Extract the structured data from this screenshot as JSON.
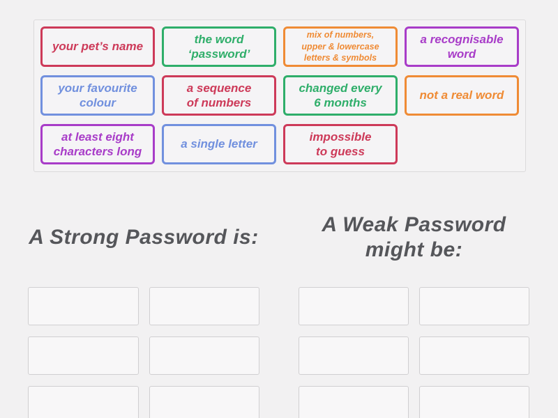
{
  "activity": {
    "type": "group-sort",
    "background": "#f2f1f2"
  },
  "colors": {
    "red": "#cd3a59",
    "green": "#2fae6a",
    "orange": "#ef8b35",
    "purple": "#a83cc8",
    "blue": "#7190de",
    "header_text": "#55565a"
  },
  "bank": {
    "cards": [
      {
        "label": "your pet’s name",
        "color": "red",
        "size": "normal"
      },
      {
        "label": "the word\n‘password’",
        "color": "green",
        "size": "normal"
      },
      {
        "label": "mix of numbers,\nupper & lowercase\nletters & symbols",
        "color": "orange",
        "size": "small"
      },
      {
        "label": "a recognisable\nword",
        "color": "purple",
        "size": "normal"
      },
      {
        "label": "your favourite\ncolour",
        "color": "blue",
        "size": "normal"
      },
      {
        "label": "a sequence\nof numbers",
        "color": "red",
        "size": "normal"
      },
      {
        "label": "changed every\n6 months",
        "color": "green",
        "size": "normal"
      },
      {
        "label": "not a real word",
        "color": "orange",
        "size": "normal"
      },
      {
        "label": "at least eight\ncharacters long",
        "color": "purple",
        "size": "normal"
      },
      {
        "label": "a single letter",
        "color": "blue",
        "size": "normal"
      },
      {
        "label": "impossible\nto guess",
        "color": "red",
        "size": "normal"
      }
    ]
  },
  "groups": [
    {
      "id": "strong",
      "title": "A Strong Password is:",
      "slot_count": 6
    },
    {
      "id": "weak",
      "title": "A Weak Password\nmight be:",
      "slot_count": 6
    }
  ]
}
